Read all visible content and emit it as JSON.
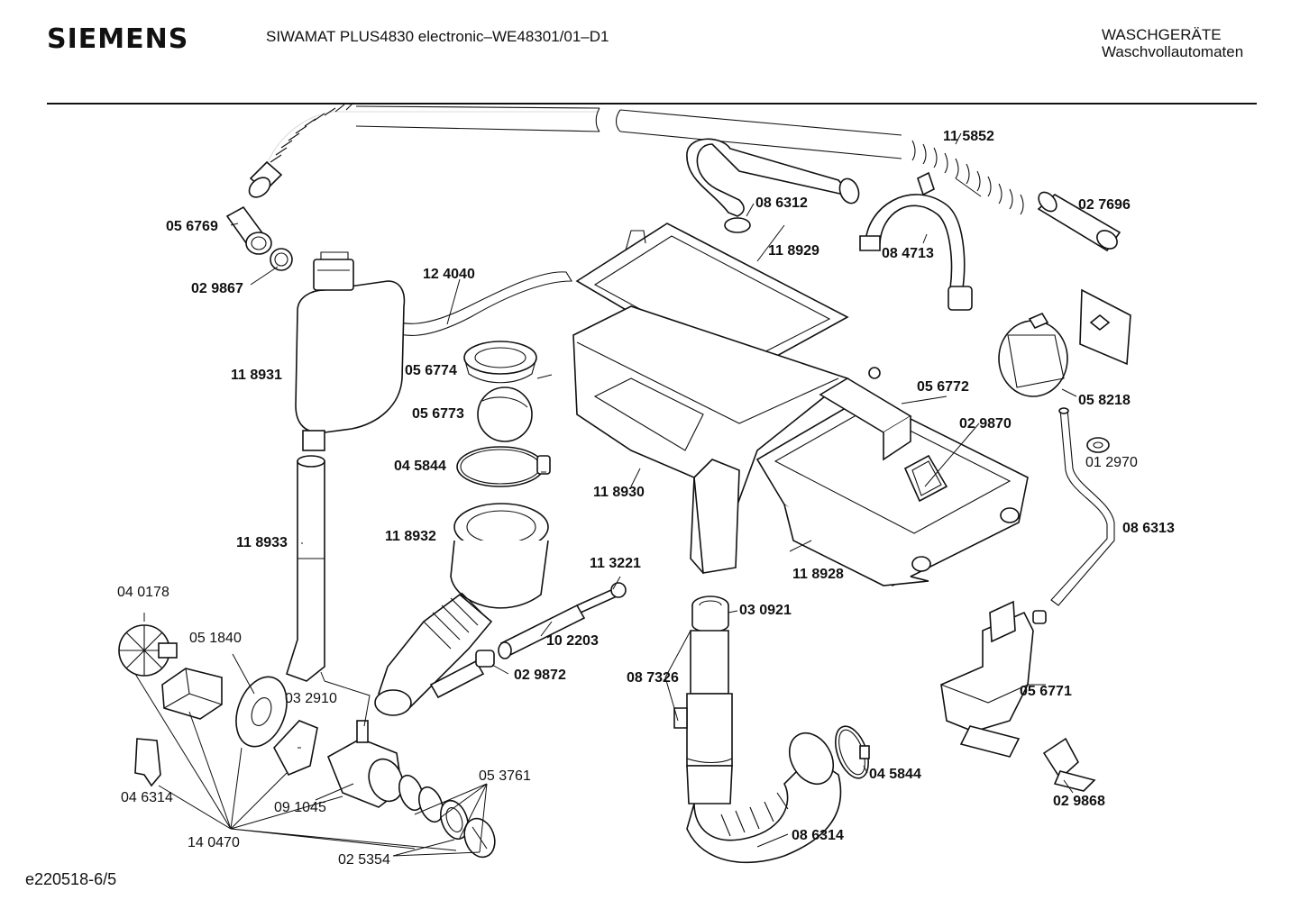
{
  "header": {
    "brand": "SIEMENS",
    "model": "SIWAMAT PLUS4830 electronic–WE48301/01–D1",
    "category_line1": "WASCHGERÄTE",
    "category_line2": "Waschvollautomaten"
  },
  "footer": {
    "doc_id": "e220518-6/5"
  },
  "parts": {
    "p115852": "11 5852",
    "p027696": "02 7696",
    "p086312": "08 6312",
    "p118929": "11 8929",
    "p084713": "08 4713",
    "p056769": "05 6769",
    "p029867": "02 9867",
    "p124040": "12 4040",
    "p118931": "11 8931",
    "p056774": "05 6774",
    "p056773": "05 6773",
    "p045844a": "04 5844",
    "p056772": "05 6772",
    "p058218": "05 8218",
    "p029870": "02 9870",
    "p012970": "01 2970",
    "p118930": "11 8930",
    "p118933": "11 8933",
    "p118932": "11 8932",
    "p086313": "08 6313",
    "p040178": "04 0178",
    "p113221": "11 3221",
    "p118928": "11 8928",
    "p051840": "05 1840",
    "p102203": "10 2203",
    "p030921": "03 0921",
    "p087326": "08 7326",
    "p029872": "02 9872",
    "p032910": "03 2910",
    "p056771": "05 6771",
    "p046314": "04 6314",
    "p053761": "05 3761",
    "p045844b": "04 5844",
    "p091045": "09 1045",
    "p029868": "02 9868",
    "p140470": "14 0470",
    "p086314": "08 6314",
    "p025354": "02 5354"
  }
}
